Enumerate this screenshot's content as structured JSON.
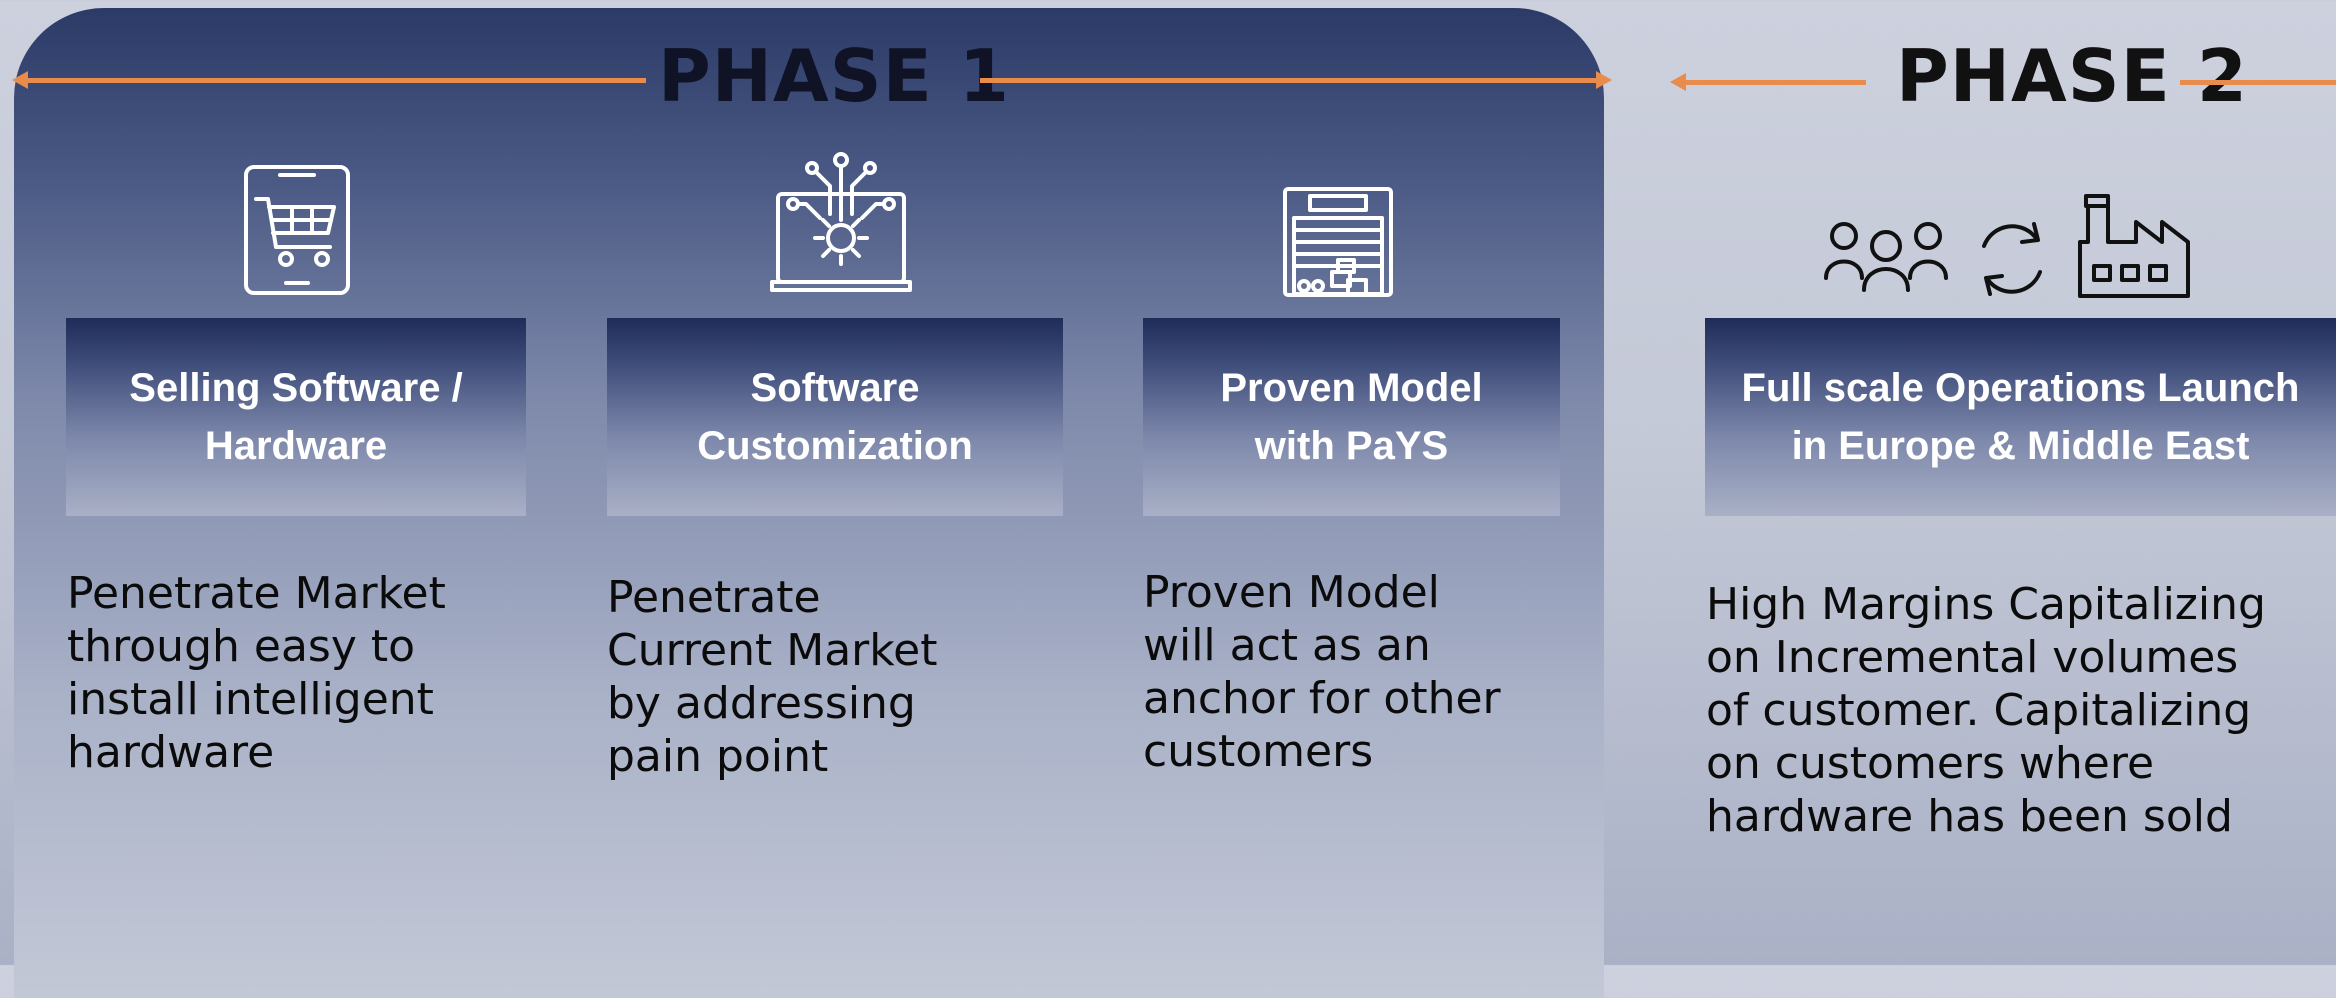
{
  "phase1": {
    "title": "PHASE 1",
    "cards": [
      {
        "icon": "tablet-cart-icon",
        "header": "Selling Software / Hardware",
        "description": "Penetrate Market through easy to install intelligent hardware"
      },
      {
        "icon": "laptop-gear-circuit-icon",
        "header": "Software Customization",
        "description": "Penetrate Current Market by addressing pain point"
      },
      {
        "icon": "warehouse-icon",
        "header": "Proven Model with PaYS",
        "description": "Proven Model will act as an anchor for other customers"
      }
    ]
  },
  "phase2": {
    "title": "PHASE 2",
    "icons": [
      "people-group-icon",
      "refresh-cycle-icon",
      "factory-icon"
    ],
    "card": {
      "header": "Full scale Operations Launch in Europe & Middle East",
      "description": "High Margins Capitalizing on Incremental volumes of customer. Capitalizing on customers where hardware has been sold"
    }
  },
  "colors": {
    "arrow": "#e98b4a",
    "panel": "#2b3a66",
    "header_text": "#ffffff"
  }
}
